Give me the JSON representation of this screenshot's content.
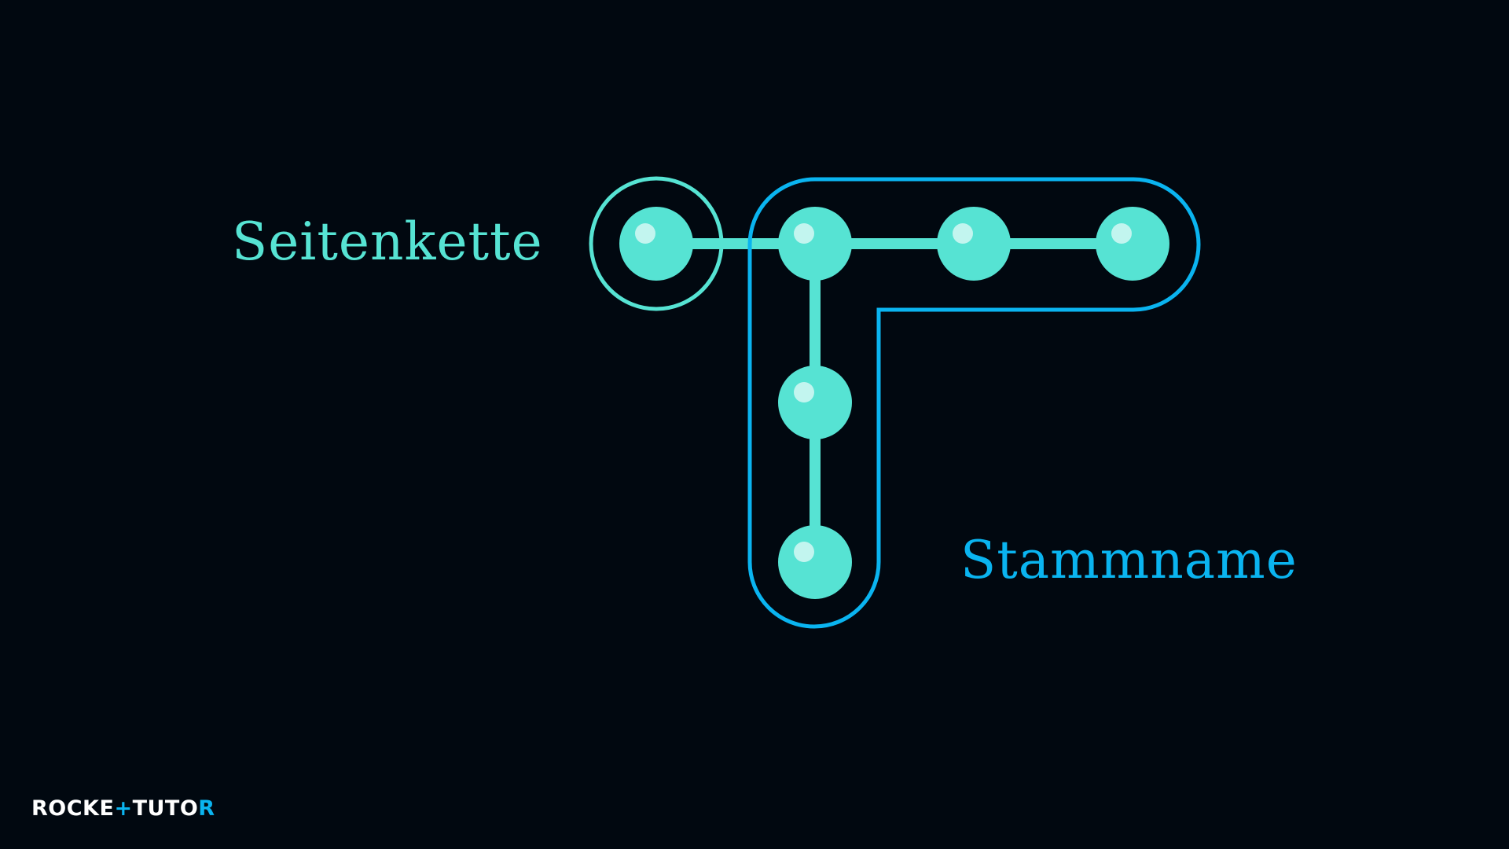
{
  "labels": {
    "side_chain": "Seitenkette",
    "parent_name": "Stammname"
  },
  "logo": {
    "part1": "ROCKE",
    "mark": "+",
    "part2": "TUTO",
    "end": "R"
  },
  "colors": {
    "background": "#010810",
    "side_chain": "#56e3d3",
    "parent_chain": "#0ab4f0",
    "atom": "#56e3d3",
    "atom_highlight": "#c2f5ef",
    "logo_text": "#ffffff",
    "logo_accent": "#0ab4f0"
  }
}
